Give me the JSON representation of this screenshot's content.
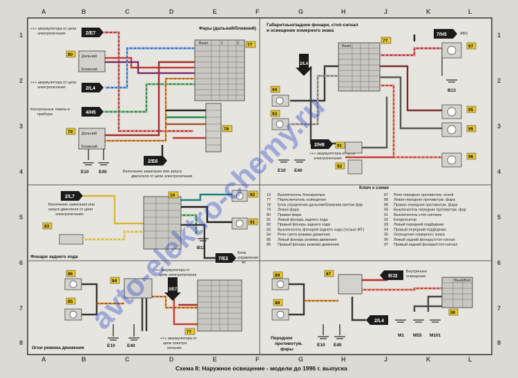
{
  "caption": "Схема 8: Наружное освещение - модели до 1996 г. выпуска",
  "watermark": "avto-elektro-chemy.ru",
  "grid": {
    "columns": [
      "A",
      "B",
      "C",
      "D",
      "E",
      "F",
      "G",
      "H",
      "J",
      "K",
      "L"
    ],
    "rows": [
      "1",
      "2",
      "3",
      "4",
      "5",
      "6",
      "7",
      "8"
    ]
  },
  "refs": {
    "r10": "10",
    "r77": "77",
    "r78": "78",
    "r79": "79",
    "r80": "80",
    "r81": "81",
    "r82": "82",
    "r83": "83",
    "r84": "84",
    "r85": "85",
    "r86": "86",
    "r87": "87",
    "r88": "88",
    "r89": "89",
    "r90": "90",
    "r91": "91",
    "r92": "92",
    "r93": "93",
    "r94": "94",
    "r95": "95",
    "r96": "96",
    "r97": "97"
  },
  "grounds": {
    "e10": "E10",
    "e40": "E40",
    "b13": "B13",
    "m1": "M1",
    "m55": "M55",
    "m101": "M101"
  },
  "sections": {
    "headlights": {
      "title": "Фары (дальний/ближний)",
      "switch_off": "Выкл.",
      "col1": "1",
      "col2": "2",
      "far_label": "Дальний",
      "near_label": "Ближний",
      "arrow_top": "2/E7",
      "arrow_mid": "2/L4",
      "arrow_h5": "4/H5",
      "arrow_e6": "2/E6",
      "supply_a": "«+» аккумулятора от цепи",
      "supply_b": "электропитания",
      "lamps_a": "Контрольные лампы в",
      "lamps_b": "приборы",
      "ignition_a": "Включение зажигания или запуск",
      "ignition_b": "двигателя от цепи электропитания"
    },
    "rearlights": {
      "title_a": "Габаритные/задние фонари, стоп-сигнал",
      "title_b": "и освещение номерного знака",
      "arrow_l4": "2/L4",
      "arrow_h5": "7/H5",
      "arrow_h8": "2/H8",
      "abs": "ABS"
    },
    "fog": {
      "arrow_l7": "2/L7",
      "arrow_e2": "7/E2",
      "ignition_a": "Включение зажигания или",
      "ignition_b": "запуск двигателя от цепи",
      "ignition_c": "электропитания",
      "block_a": "Блок",
      "block_b": "управления",
      "block_c": "АТ"
    },
    "reverse": {
      "title": "Фонари заднего хода",
      "daytime": "Огни режима движения",
      "arrow_e7": "2/E7",
      "supply_a": "«+» аккумулятора от",
      "supply_b": "цепи электропитания",
      "supply_c": "«+» аккумулятора от",
      "supply_d": "цепи электро-",
      "supply_e": "питания"
    },
    "frontfog": {
      "arrow_j2": "9/J2",
      "arrow_l4": "2/L4",
      "interior_a": "Внутреннее",
      "interior_b": "освещение",
      "switch_on": "Вкл.",
      "title_a": "Передние",
      "title_b": "противотум.",
      "title_c": "фары"
    }
  },
  "legend": {
    "title": "Ключ к схеме",
    "left": [
      {
        "num": "10",
        "text": "Выключатель блокиратора"
      },
      {
        "num": "77",
        "text": "Переключатель освещения"
      },
      {
        "num": "78",
        "text": "Блок управления дальним/ближним светом фар"
      },
      {
        "num": "79",
        "text": "Левая фара"
      },
      {
        "num": "80",
        "text": "Правая фара"
      },
      {
        "num": "81",
        "text": "Левый фонарь заднего хода"
      },
      {
        "num": "82",
        "text": "Правый фонарь заднего хода"
      },
      {
        "num": "83",
        "text": "Выключатель фонарей заднего хода (только МТ)"
      },
      {
        "num": "84",
        "text": "Реле света режима движения"
      },
      {
        "num": "85",
        "text": "Левый фонарь режима движения"
      },
      {
        "num": "86",
        "text": "Правый фонарь режима движения"
      }
    ],
    "right": [
      {
        "num": "87",
        "text": "Реле передних противотум. огней"
      },
      {
        "num": "88",
        "text": "Левая передняя противотум. фара"
      },
      {
        "num": "89",
        "text": "Правая передняя противотум. фара"
      },
      {
        "num": "90",
        "text": "Выключатель передних противотум. фар"
      },
      {
        "num": "91",
        "text": "Выключатель стоп-сигнала"
      },
      {
        "num": "92",
        "text": "Конденсатор"
      },
      {
        "num": "93",
        "text": "Левый передний подфарник"
      },
      {
        "num": "94",
        "text": "Правый передний подфарник"
      },
      {
        "num": "95",
        "text": "Освещение номерного знака"
      },
      {
        "num": "96",
        "text": "Левый задний фонарь/стоп-сигнал"
      },
      {
        "num": "97",
        "text": "Правый задний фонарь/стоп-сигнал"
      }
    ]
  }
}
